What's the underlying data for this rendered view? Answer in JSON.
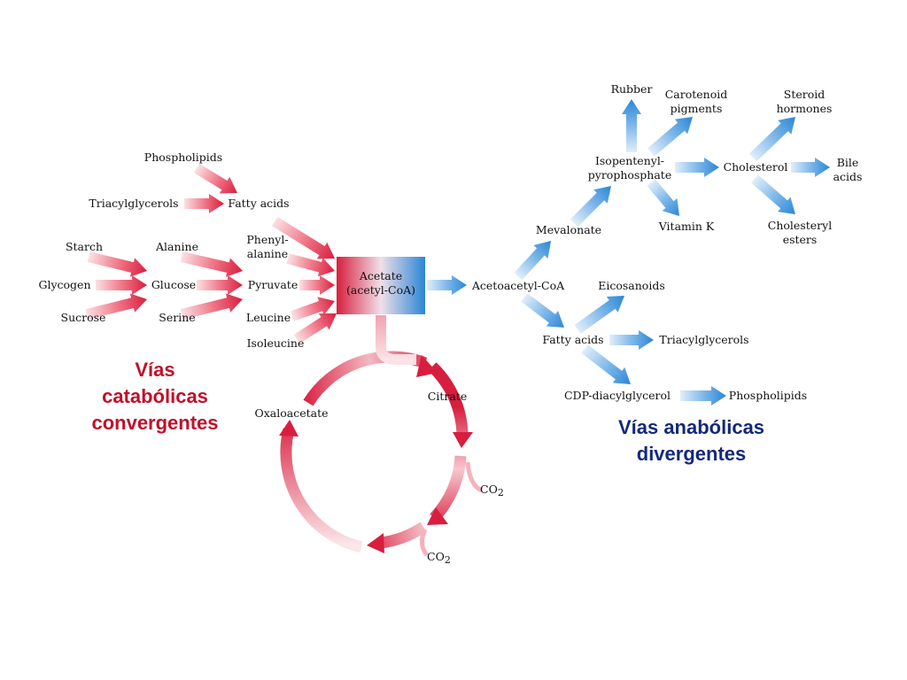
{
  "colors": {
    "catabolic": "#d81e3e",
    "anabolic": "#2a86d6",
    "catabolic_caption": "#c0102a",
    "anabolic_caption": "#13297a"
  },
  "catabolic_caption": [
    "Vías",
    "catabólicas",
    "convergentes"
  ],
  "anabolic_caption": [
    "Vías anabólicas",
    "divergentes"
  ],
  "nodes": {
    "phospholipids_left": "Phospholipids",
    "triacylglycerols_left": "Triacylglycerols",
    "fatty_acids_left": "Fatty acids",
    "starch": "Starch",
    "glycogen": "Glycogen",
    "sucrose": "Sucrose",
    "alanine": "Alanine",
    "glucose": "Glucose",
    "serine": "Serine",
    "phenylalanine": [
      "Phenyl-",
      "alanine"
    ],
    "pyruvate": "Pyruvate",
    "leucine": "Leucine",
    "isoleucine": "Isoleucine",
    "acetate": [
      "Acetate",
      "(acetyl-CoA)"
    ],
    "citrate": "Citrate",
    "oxaloacetate": "Oxaloacetate",
    "co2": "CO",
    "co2_sub": "2",
    "acetoacetyl_coa": "Acetoacetyl-CoA",
    "mevalonate": "Mevalonate",
    "isopentenyl_pp": [
      "Isopentenyl-",
      "pyrophosphate"
    ],
    "rubber": "Rubber",
    "carotenoid": [
      "Carotenoid",
      "pigments"
    ],
    "vitamin_k": "Vitamin K",
    "cholesterol": "Cholesterol",
    "steroid": [
      "Steroid",
      "hormones"
    ],
    "bile": [
      "Bile",
      "acids"
    ],
    "cholesteryl": [
      "Cholesteryl",
      "esters"
    ],
    "eicosanoids": "Eicosanoids",
    "fatty_acids_right": "Fatty acids",
    "triacylglycerols_right": "Triacylglycerols",
    "cdp_diacylglycerol": "CDP-diacylglycerol",
    "phospholipids_right": "Phospholipids"
  }
}
